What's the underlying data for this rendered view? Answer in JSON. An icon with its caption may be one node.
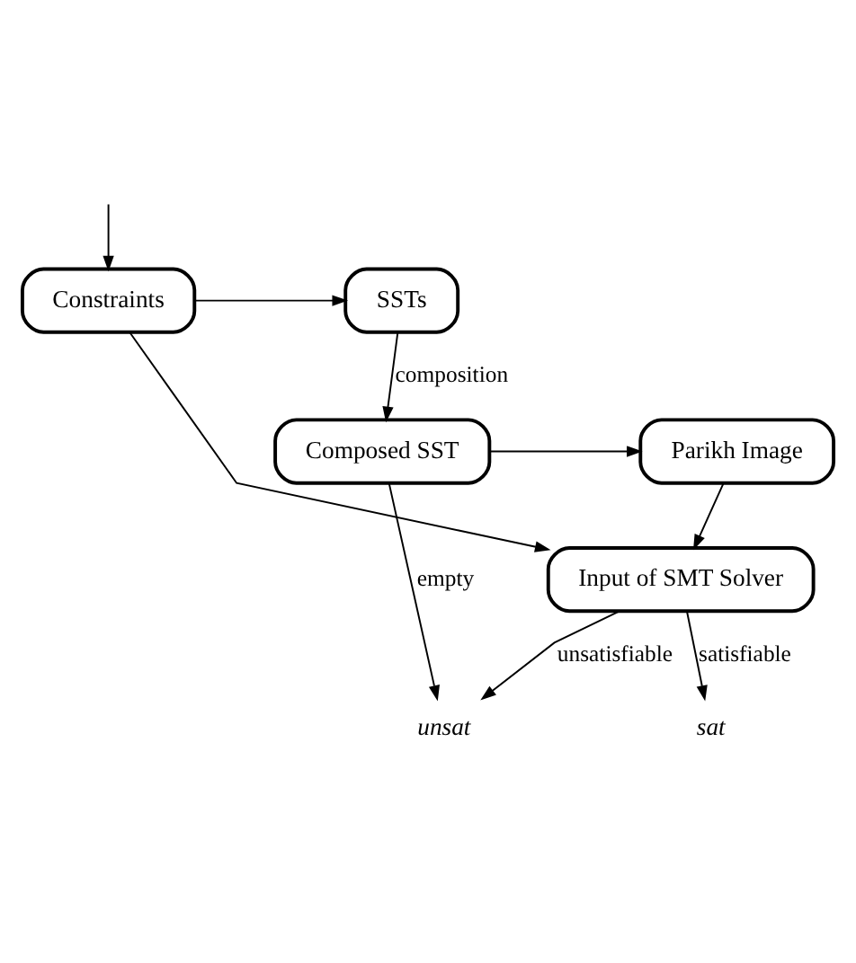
{
  "diagram": {
    "nodes": [
      {
        "text": [
          "Constraints"
        ]
      },
      {
        "text": [
          "SSTs"
        ]
      },
      {
        "text": [
          "Composed SST"
        ]
      },
      {
        "text": [
          "Parikh Image"
        ]
      },
      {
        "text": [
          "Input of SMT Solver"
        ]
      },
      {
        "text": [
          "unsat"
        ]
      },
      {
        "text": [
          "sat"
        ]
      }
    ],
    "edges": [
      {
        "from": null,
        "to": 0,
        "arrow": "to"
      },
      {
        "from": 0,
        "to": 1,
        "arrow": "to"
      },
      {
        "from": 1,
        "to": 2,
        "label": "composition",
        "arrow": "to"
      },
      {
        "from": 2,
        "to": 3,
        "arrow": "to"
      },
      {
        "from": 3,
        "to": 4,
        "arrow": "to"
      },
      {
        "from": 0,
        "to": 4,
        "arrow": "to"
      },
      {
        "from": 2,
        "to": 5,
        "label": "empty",
        "arrow": "to"
      },
      {
        "from": 4,
        "to": 5,
        "label": "unsatisfiable",
        "arrow": "to"
      },
      {
        "from": 4,
        "to": 6,
        "label": "satisfiable",
        "arrow": "to"
      }
    ]
  }
}
